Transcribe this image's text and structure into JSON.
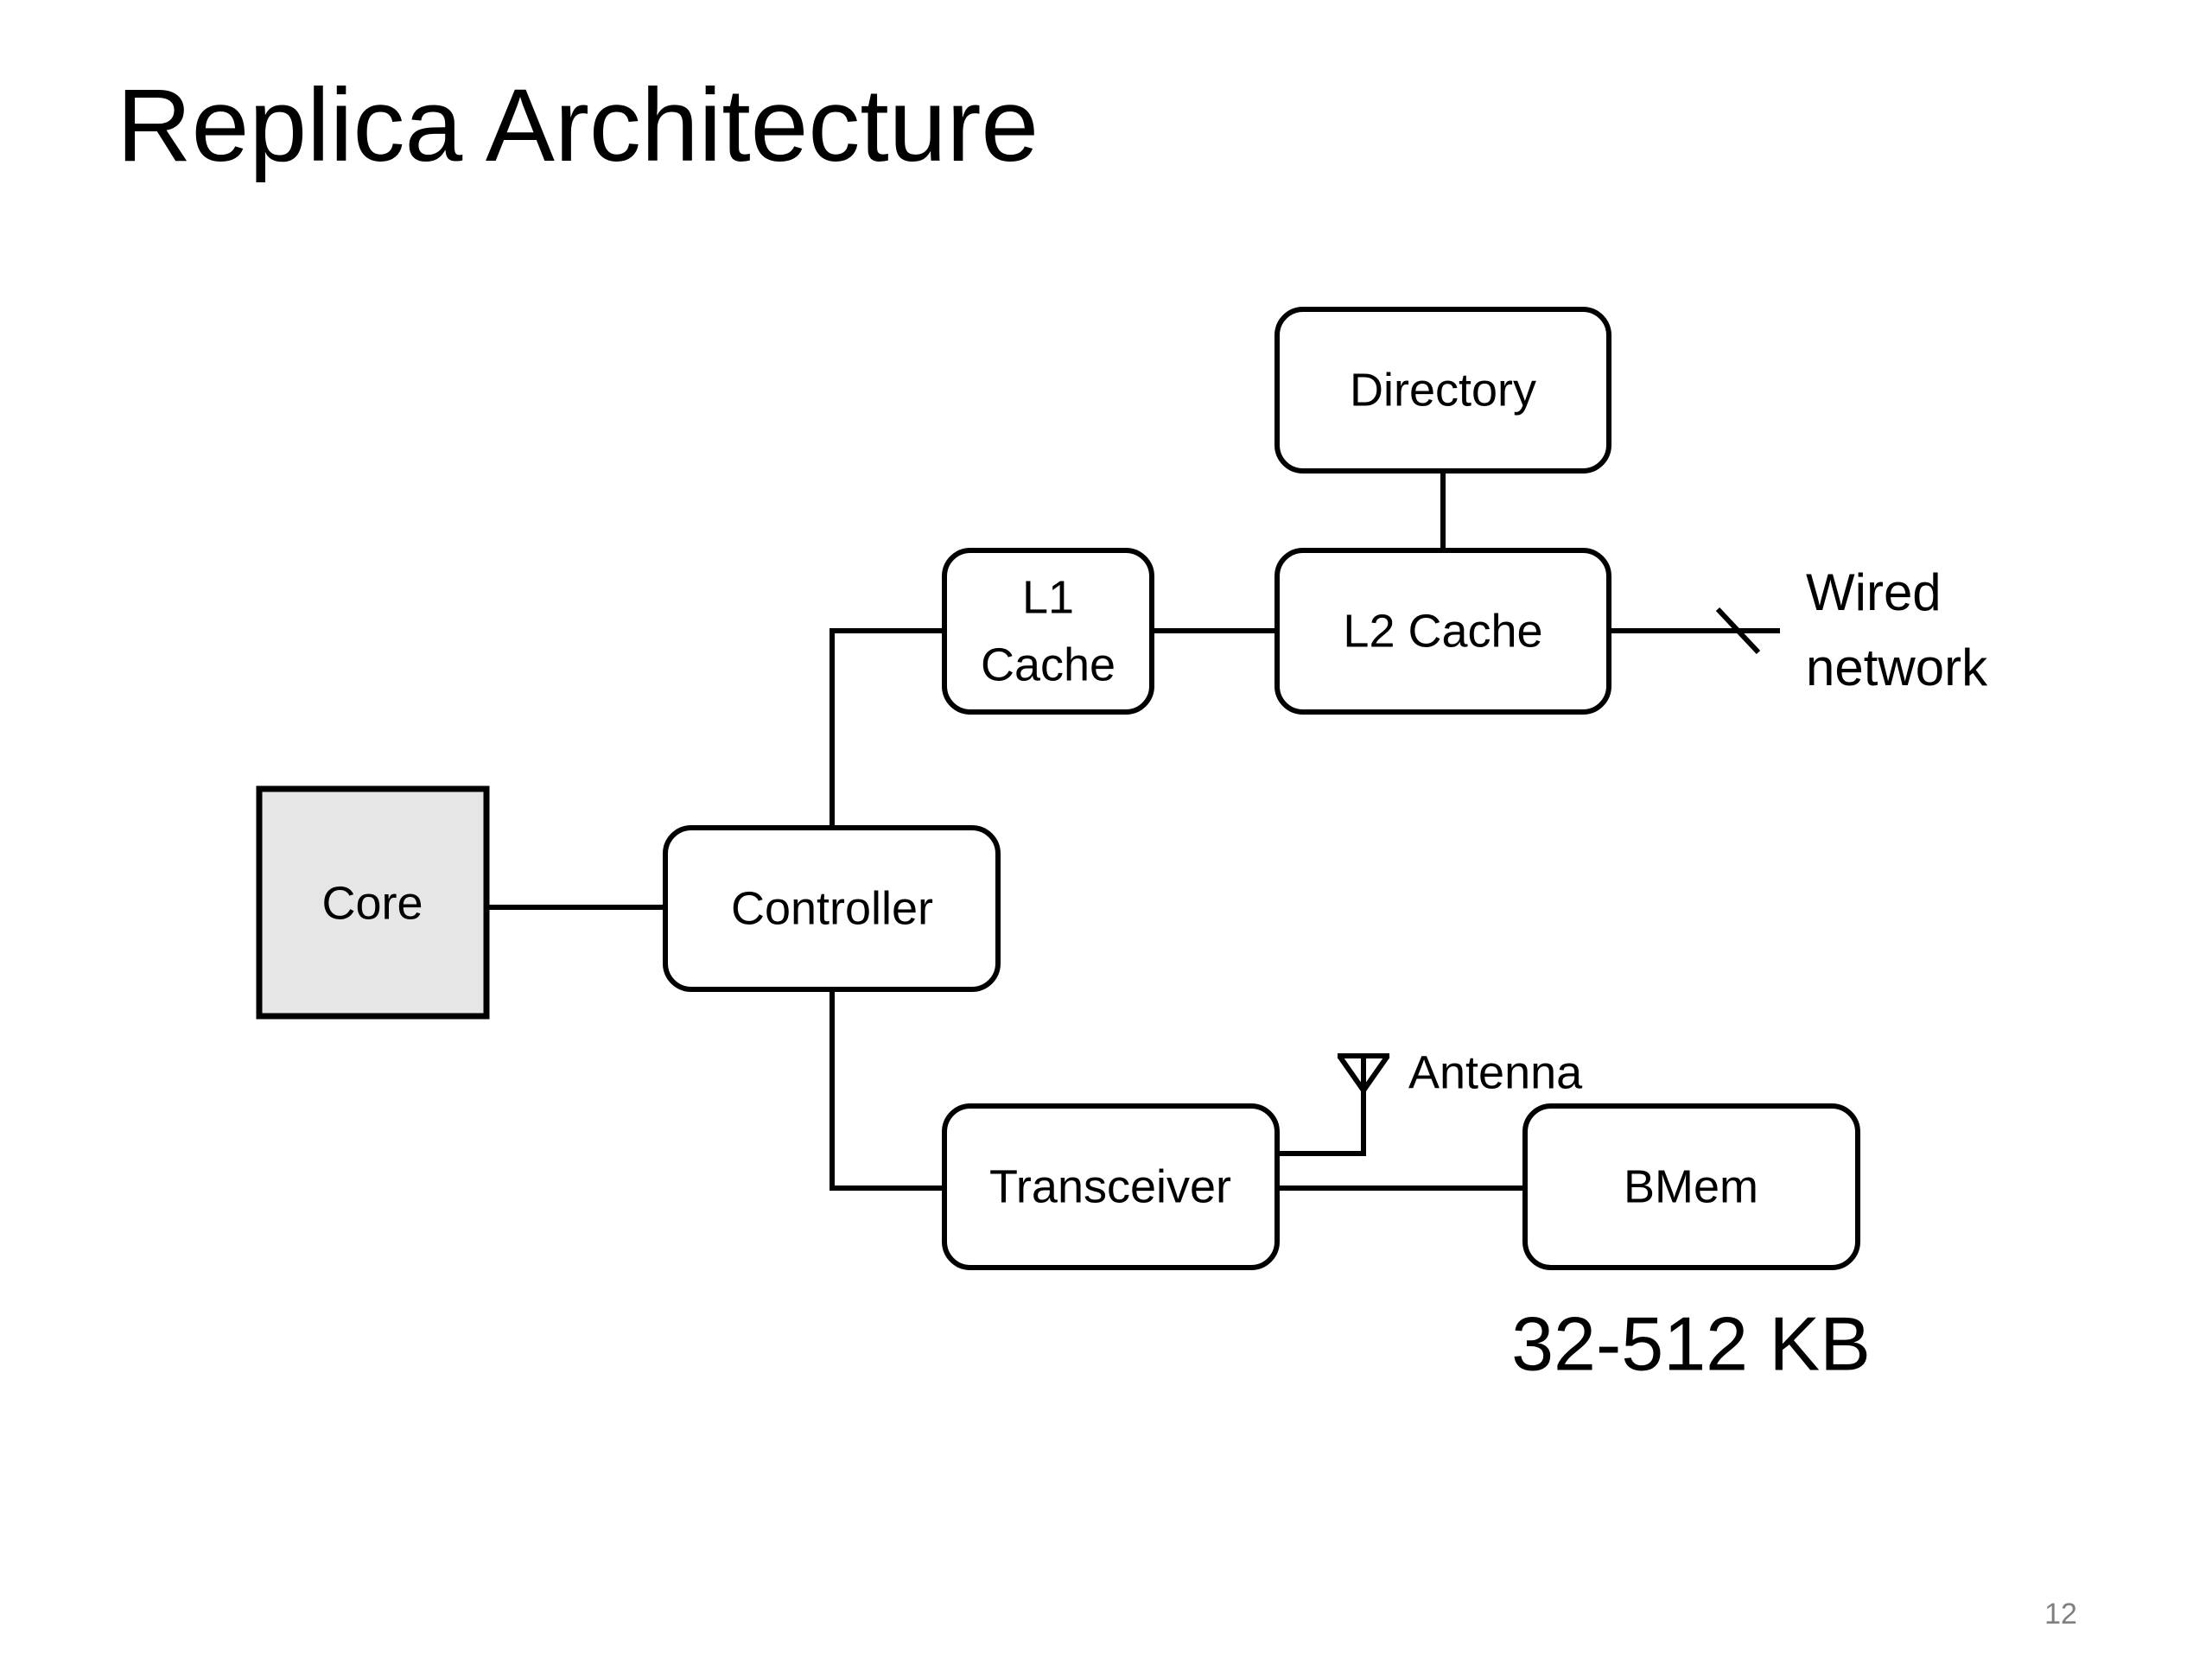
{
  "title": "Replica Architecture",
  "colors": {
    "core_fill": "#e6e6e6",
    "page_number": "#808080"
  },
  "diagram": {
    "nodes": {
      "core": "Core",
      "controller": "Controller",
      "l1_cache_line1": "L1",
      "l1_cache_line2": "Cache",
      "l2_cache": "L2 Cache",
      "directory": "Directory",
      "transceiver": "Transceiver",
      "bmem": "BMem"
    },
    "labels": {
      "wired_line1": "Wired",
      "wired_line2": "network",
      "antenna": "Antenna",
      "bmem_size": "32-512 KB"
    },
    "edges": [
      [
        "Core",
        "Controller"
      ],
      [
        "Controller",
        "L1 Cache"
      ],
      [
        "Controller",
        "Transceiver"
      ],
      [
        "L1 Cache",
        "L2 Cache"
      ],
      [
        "L2 Cache",
        "Directory"
      ],
      [
        "L2 Cache",
        "Wired network"
      ],
      [
        "Transceiver",
        "BMem"
      ],
      [
        "Transceiver",
        "Antenna"
      ]
    ]
  },
  "page_number": "12"
}
